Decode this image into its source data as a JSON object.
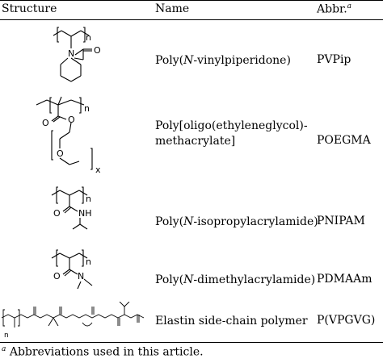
{
  "table": {
    "headers": {
      "structure": "Structure",
      "name": "Name",
      "abbr": "Abbr.",
      "abbr_footnote_mark": "a"
    },
    "rows": [
      {
        "name_pre": "Poly(",
        "name_italic": "N",
        "name_post": "-vinylpiperidone)",
        "abbr": "PVPip",
        "structure_labels": {
          "n": "n",
          "N": "N",
          "O": "O"
        }
      },
      {
        "name_line1": "Poly[oligo(ethyleneglycol)-",
        "name_line2": "methacrylate]",
        "abbr": "POEGMA",
        "structure_labels": {
          "n": "n",
          "O1": "O",
          "O2": "O",
          "O3": "O",
          "x": "x"
        }
      },
      {
        "name_pre": "Poly(",
        "name_italic": "N",
        "name_post": "-isopropylacrylamide)",
        "abbr": "PNIPAM",
        "structure_labels": {
          "n": "n",
          "O": "O",
          "NH": "NH"
        }
      },
      {
        "name_pre": "Poly(",
        "name_italic": "N",
        "name_post": "-dimethylacrylamide)",
        "abbr": "PDMAAm",
        "structure_labels": {
          "n": "n",
          "O": "O",
          "N": "N"
        }
      },
      {
        "name": "Elastin side-chain polymer",
        "abbr": "P(VPGVG)",
        "structure_labels": {
          "n": "n"
        }
      }
    ]
  },
  "footnote": {
    "mark": "a",
    "text": "Abbreviations used in this article."
  }
}
